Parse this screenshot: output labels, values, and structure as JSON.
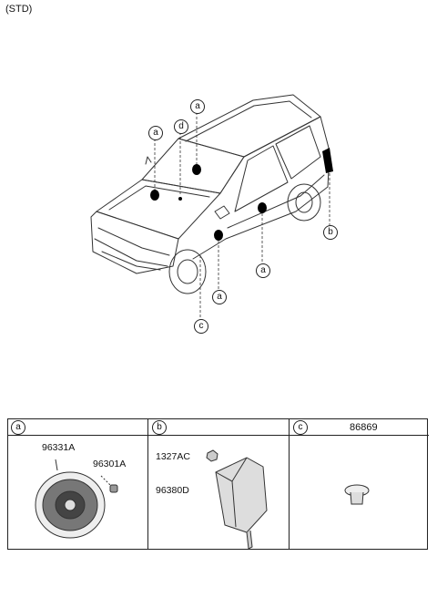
{
  "header": {
    "variant_label": "(STD)"
  },
  "callouts": {
    "a_top": "a",
    "d_top": "d",
    "a_left": "a",
    "b_right": "b",
    "a_bottom_mid": "a",
    "a_bottom_left": "a",
    "c_bottom": "c"
  },
  "table": {
    "columns": [
      {
        "letter": "a",
        "title": ""
      },
      {
        "letter": "b",
        "title": ""
      },
      {
        "letter": "c",
        "title": "86869"
      }
    ],
    "a_parts": {
      "speaker": "96331A",
      "screw": "96301A"
    },
    "b_parts": {
      "nut": "1327AC",
      "amp": "96380D"
    }
  },
  "icons": [
    "vehicle-diagram",
    "speaker-part",
    "screw-part",
    "amplifier-part",
    "nut-part",
    "clip-part"
  ]
}
